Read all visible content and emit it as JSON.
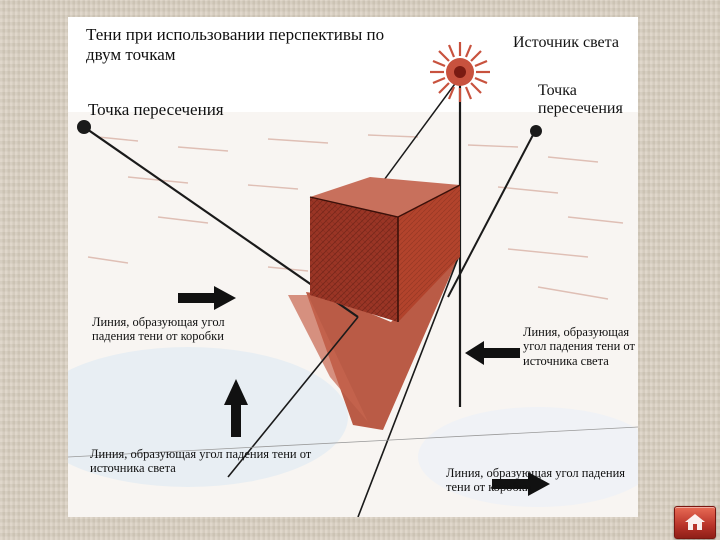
{
  "slide": {
    "title": "Тени при использовании перспективы по двум точкам",
    "light_source_label": "Источник света",
    "vanishing_point_left_label": "Точка пересечения",
    "vanishing_point_right_label": "Точка пересечения",
    "caption_box_upper": "Линия, образующая угол падения тени от коробки",
    "caption_light_right": "Линия, образующая угол падения тени от источника света",
    "caption_light_bottom": "Линия, образующая угол падения тени от источника света",
    "caption_box_bottom": "Линия, образующая угол падения тени от коробки"
  },
  "icons": {
    "sun": "sun-icon",
    "arrow": "arrow-icon",
    "home": "home-icon"
  },
  "colors": {
    "background": "#d9cfc0",
    "box_front": "#9a3525",
    "box_side": "#b2432c",
    "box_top": "#c8705c",
    "shadow": "#b34a33",
    "sun": "#c8523e",
    "nav_button": "#c0392b"
  }
}
